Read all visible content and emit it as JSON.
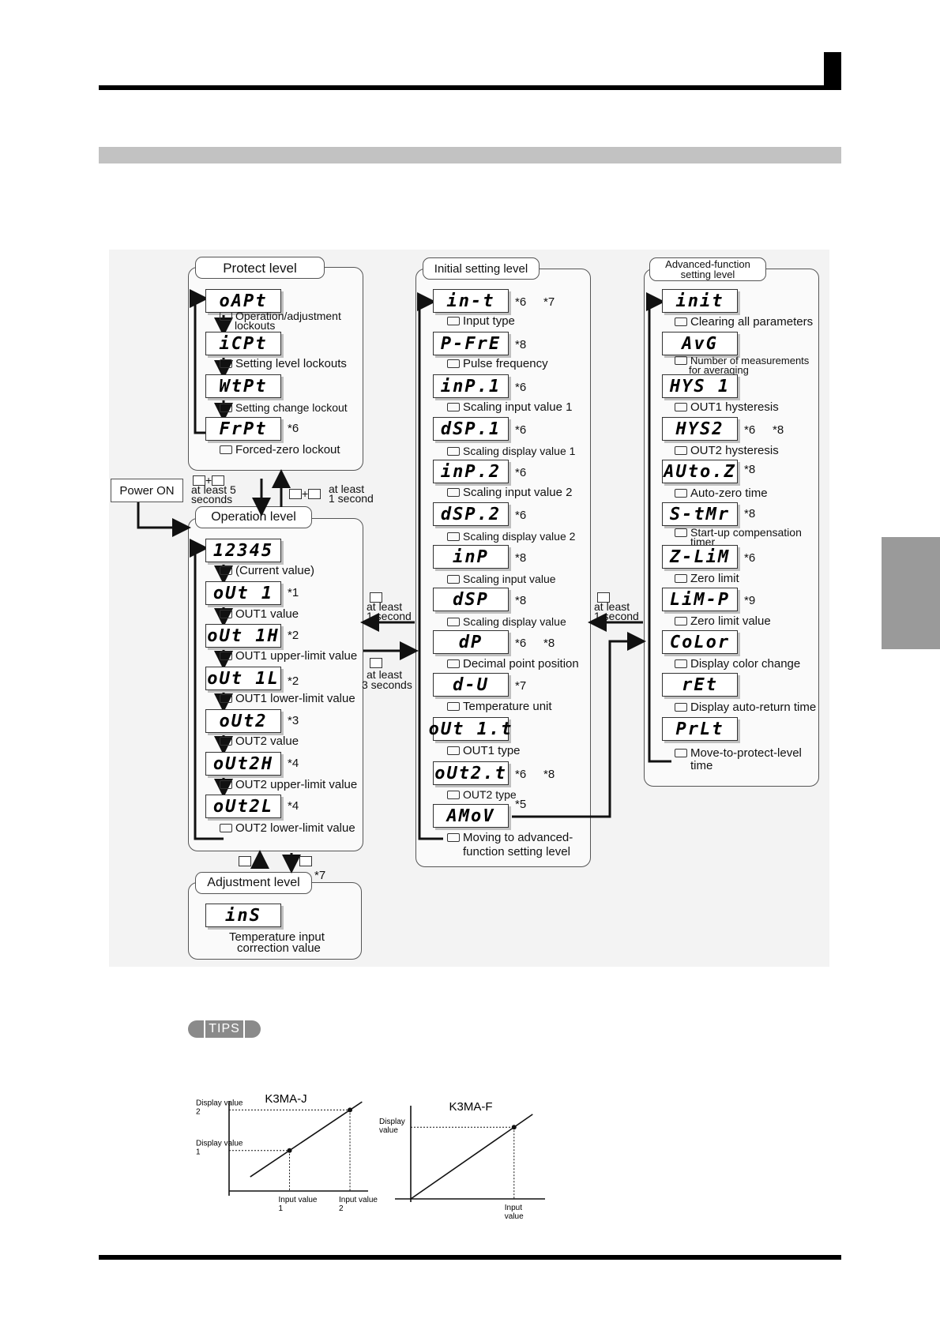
{
  "protect_level": {
    "title": "Protect level",
    "items": [
      {
        "display": "oAPt",
        "label": "Operation/adjustment",
        "label2": "lockouts",
        "note": ""
      },
      {
        "display": "iCPt",
        "label": "Setting level lockouts",
        "label2": "",
        "note": ""
      },
      {
        "display": "WtPt",
        "label": "Setting change lockout",
        "label2": "",
        "note": ""
      },
      {
        "display": "FrPt",
        "label": "Forced-zero lockout",
        "label2": "",
        "note": "*6"
      }
    ]
  },
  "operation_level": {
    "title": "Operation level",
    "items": [
      {
        "display": "12345",
        "label": "(Current value)",
        "note": ""
      },
      {
        "display": "oUt 1",
        "label": "OUT1 value",
        "note": "*1"
      },
      {
        "display": "oUt 1H",
        "label": "OUT1 upper-limit value",
        "note": "*2"
      },
      {
        "display": "oUt 1L",
        "label": "OUT1 lower-limit value",
        "note": "*2"
      },
      {
        "display": "oUt2",
        "label": "OUT2 value",
        "note": "*3"
      },
      {
        "display": "oUt2H",
        "label": "OUT2 upper-limit value",
        "note": "*4"
      },
      {
        "display": "oUt2L",
        "label": "OUT2 lower-limit value",
        "note": "*4"
      }
    ]
  },
  "adjustment_level": {
    "title": "Adjustment level",
    "note": "*7",
    "display": "inS",
    "label": "Temperature input",
    "label2": "correction value"
  },
  "initial_setting_level": {
    "title": "Initial setting level",
    "items": [
      {
        "display": "in-t",
        "label": "Input type",
        "label2": "",
        "note": "*6",
        "note2": "*7"
      },
      {
        "display": "P-FrE",
        "label": "Pulse frequency",
        "label2": "",
        "note": "*8",
        "note2": ""
      },
      {
        "display": "inP.1",
        "label": "Scaling input value 1",
        "label2": "",
        "note": "*6",
        "note2": ""
      },
      {
        "display": "dSP.1",
        "label": "Scaling display value 1",
        "label2": "",
        "note": "*6",
        "note2": ""
      },
      {
        "display": "inP.2",
        "label": "Scaling input value 2",
        "label2": "",
        "note": "*6",
        "note2": ""
      },
      {
        "display": "dSP.2",
        "label": "Scaling display value 2",
        "label2": "",
        "note": "*6",
        "note2": ""
      },
      {
        "display": "inP",
        "label": "Scaling input value",
        "label2": "",
        "note": "*8",
        "note2": ""
      },
      {
        "display": "dSP",
        "label": "Scaling display value",
        "label2": "",
        "note": "*8",
        "note2": ""
      },
      {
        "display": "dP",
        "label": "Decimal point position",
        "label2": "",
        "note": "*6",
        "note2": "*8"
      },
      {
        "display": "d-U",
        "label": "Temperature unit",
        "label2": "",
        "note": "*7",
        "note2": ""
      },
      {
        "display": "oUt 1.t",
        "label": "OUT1 type",
        "label2": "",
        "note": "",
        "note2": ""
      },
      {
        "display": "oUt2.t",
        "label": "OUT2 type",
        "label2": "",
        "note": "*6",
        "note2": "*8"
      },
      {
        "display": "AMoV",
        "label": "Moving to advanced-",
        "label2": "function setting level",
        "note": "*5",
        "note2": ""
      }
    ]
  },
  "advanced_level": {
    "title_line1": "Advanced-function",
    "title_line2": "setting level",
    "items": [
      {
        "display": "init",
        "label": "Clearing all parameters",
        "label2": "",
        "note": "",
        "note2": ""
      },
      {
        "display": "AvG",
        "label": "Number of measurements",
        "label2": "for averaging",
        "note": "",
        "note2": ""
      },
      {
        "display": "HYS 1",
        "label": "OUT1 hysteresis",
        "label2": "",
        "note": "",
        "note2": ""
      },
      {
        "display": "HYS2",
        "label": "OUT2 hysteresis",
        "label2": "",
        "note": "*6",
        "note2": "*8"
      },
      {
        "display": "AUto.Z",
        "label": "Auto-zero time",
        "label2": "",
        "note": "*8",
        "note2": ""
      },
      {
        "display": "S-tMr",
        "label": "Start-up compensation",
        "label2": "timer",
        "note": "*8",
        "note2": ""
      },
      {
        "display": "Z-LiM",
        "label": "Zero limit",
        "label2": "",
        "note": "*6",
        "note2": ""
      },
      {
        "display": "LiM-P",
        "label": "Zero limit value",
        "label2": "",
        "note": "*9",
        "note2": ""
      },
      {
        "display": "CoLor",
        "label": "Display color change",
        "label2": "",
        "note": "",
        "note2": ""
      },
      {
        "display": "rEt",
        "label": "Display auto-return time",
        "label2": "",
        "note": "",
        "note2": ""
      },
      {
        "display": "PrLt",
        "label": "Move-to-protect-level",
        "label2": "time",
        "note": "",
        "note2": ""
      }
    ]
  },
  "transitions": {
    "power_on": "Power ON",
    "protect_entry_line1": "at least 5",
    "protect_entry_line2": "seconds",
    "protect_exit_line1": "at least",
    "protect_exit_line2": "1 second",
    "init_return_line1": "at least",
    "init_return_line2": "1 second",
    "init_entry_line1": "at least",
    "init_entry_line2": "3 seconds",
    "adv_return_line1": "at least",
    "adv_return_line2": "1 second"
  },
  "tips": {
    "label": "TIPS"
  },
  "chart_data": [
    {
      "type": "line",
      "title": "K3MA-J",
      "xlabel": "",
      "ylabel": "",
      "tick_labels_x": [
        "Input value 1",
        "Input value 2"
      ],
      "tick_labels_y": [
        "Display value 1",
        "Display value 2"
      ],
      "points": [
        {
          "x": 1,
          "y": 1
        },
        {
          "x": 2,
          "y": 2
        }
      ],
      "grid": false
    },
    {
      "type": "line",
      "title": "K3MA-F",
      "xlabel": "",
      "ylabel": "",
      "tick_labels_x": [
        "Input value"
      ],
      "tick_labels_y": [
        "Display value"
      ],
      "points": [
        {
          "x": 0,
          "y": 0
        },
        {
          "x": 1,
          "y": 1
        }
      ],
      "grid": false
    }
  ]
}
